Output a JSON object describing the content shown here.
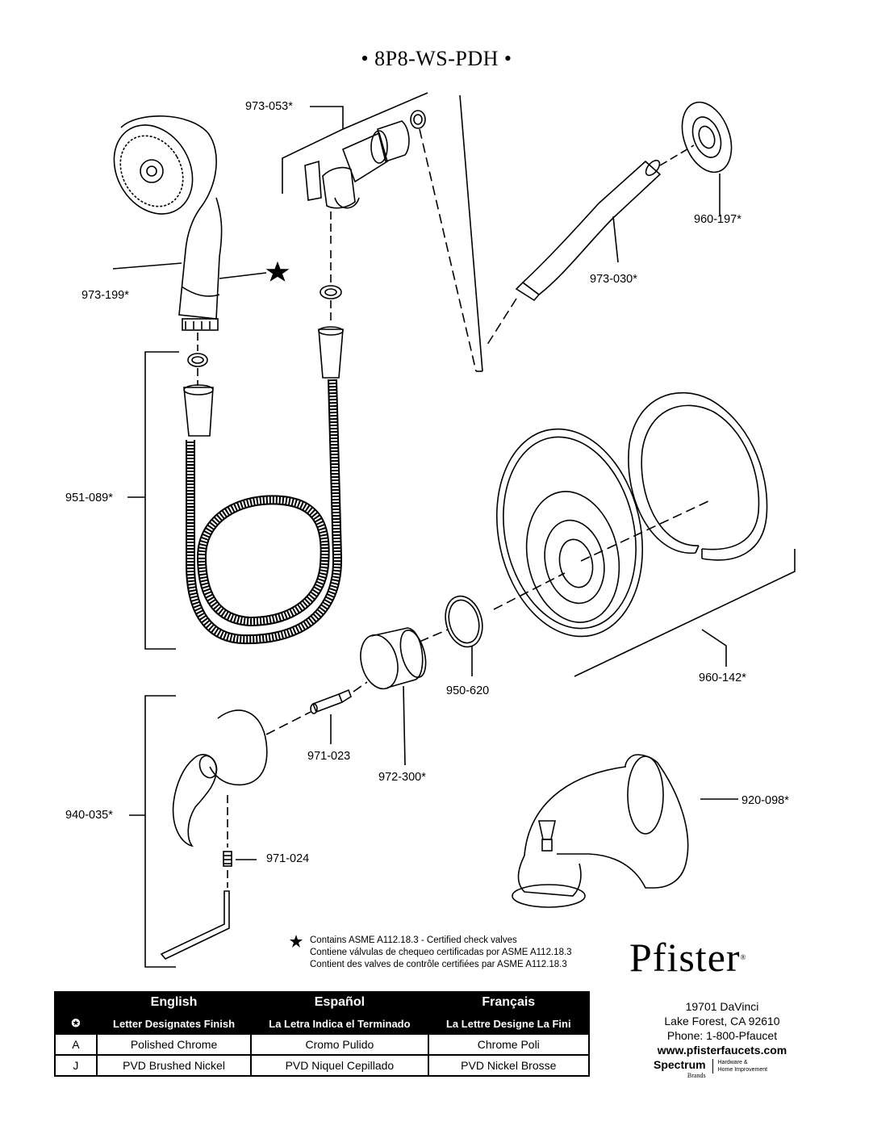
{
  "model": "• 8P8-WS-PDH •",
  "callouts": {
    "showerhead": "973-199*",
    "holder": "973-053*",
    "flange": "960-197*",
    "arm": "973-030*",
    "hose": "951-089*",
    "escutcheon": "960-142*",
    "oring": "950-620",
    "sleeve": "972-300*",
    "stem": "971-023",
    "handle": "940-035*",
    "setscrew": "971-024",
    "spout": "920-098*"
  },
  "note": {
    "en": "Contains ASME A112.18.3 - Certified check valves",
    "es": "Contiene válvulas de chequeo certificadas por ASME A112.18.3",
    "fr": "Contient des valves de contrôle certifiées par ASME A112.18.3"
  },
  "brand": {
    "logo": "Pfister",
    "address1": "19701 DaVinci",
    "address2": "Lake Forest, CA 92610",
    "phone": "Phone: 1-800-Pfaucet",
    "web": "www.pfisterfaucets.com",
    "spectrum": "Spectrum",
    "spectrum_sub": "Brands",
    "spectrum_tag1": "Hardware &",
    "spectrum_tag2": "Home Improvement"
  },
  "finish_table": {
    "headers": [
      "English",
      "Español",
      "Français"
    ],
    "subheaders": [
      "Letter Designates Finish",
      "La Letra Indica el Terminado",
      "La Lettre Designe La Fini"
    ],
    "rows": [
      {
        "code": "A",
        "en": "Polished Chrome",
        "es": "Cromo Pulido",
        "fr": "Chrome Poli"
      },
      {
        "code": "J",
        "en": "PVD Brushed Nickel",
        "es": "PVD Niquel Cepillado",
        "fr": "PVD Nickel Brosse"
      }
    ]
  }
}
